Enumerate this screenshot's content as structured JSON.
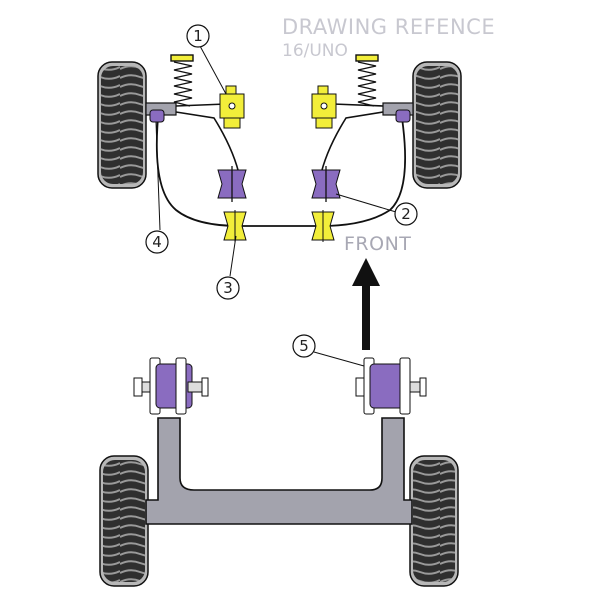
{
  "diagram": {
    "title": "DRAWING REFENCE",
    "subtitle": "16/UNO",
    "front_label": "FRONT",
    "callouts": [
      "1",
      "2",
      "3",
      "4",
      "5"
    ]
  },
  "colors": {
    "bushing_purple": "#8a6cc0",
    "bushing_yellow": "#f2ee3a",
    "frame_grey": "#a3a3ad",
    "tyre_dark": "#2e2e2e",
    "tyre_grey": "#b9b9b9",
    "arrow": "#111111"
  }
}
